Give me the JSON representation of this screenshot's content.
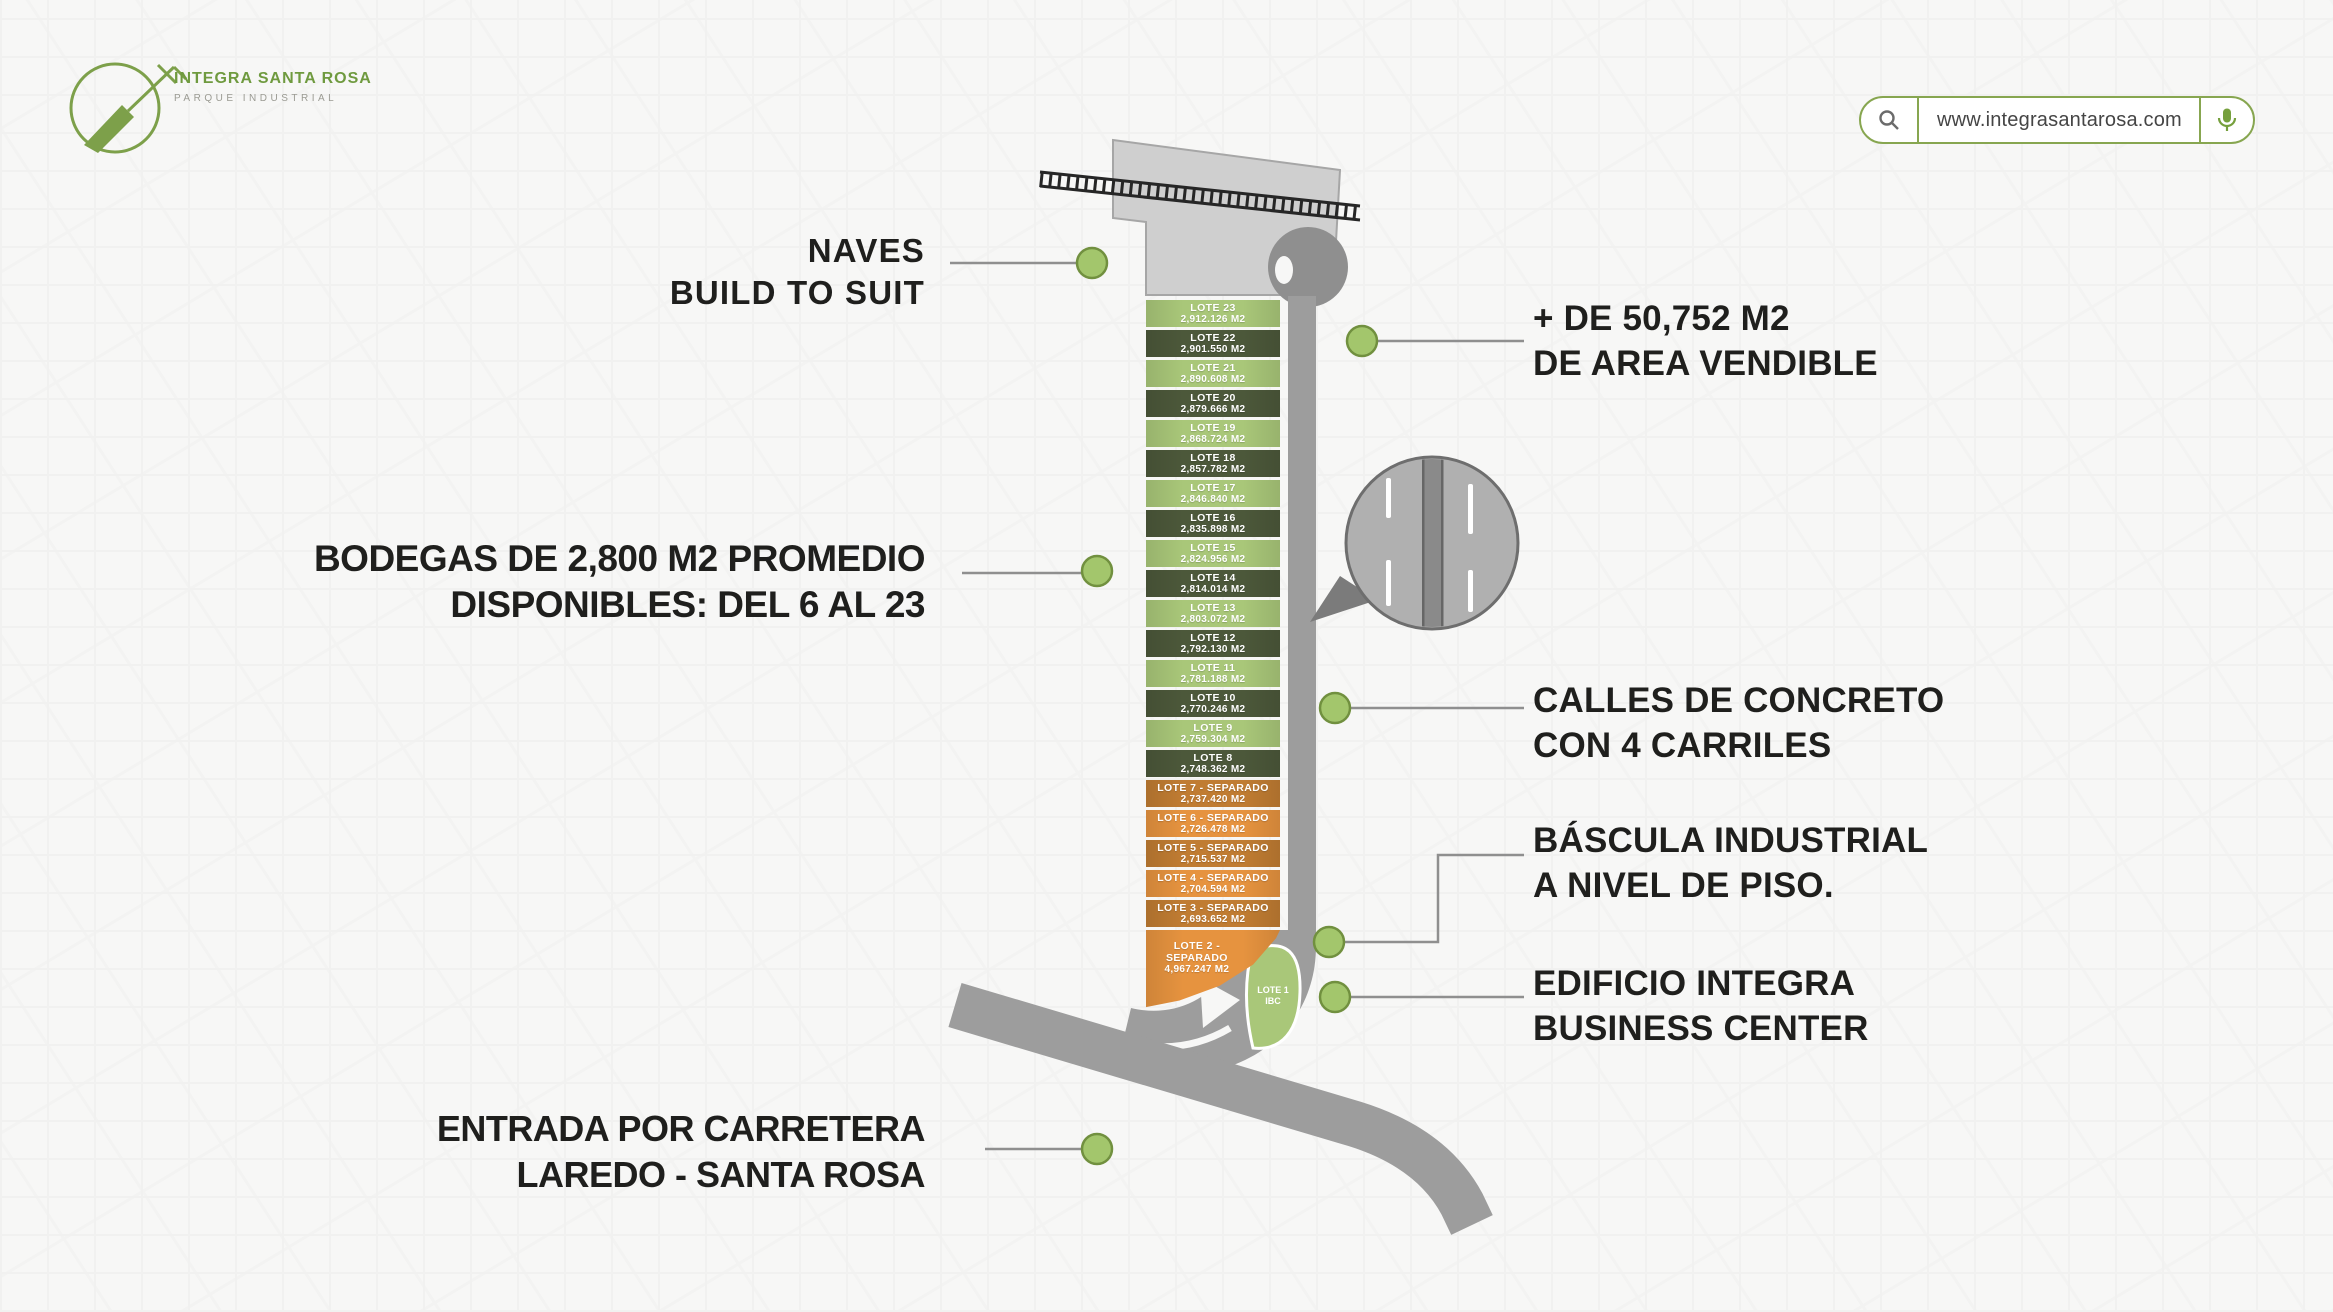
{
  "brand": {
    "name": "INTEGRA SANTA ROSA",
    "tagline": "PARQUE INDUSTRIAL"
  },
  "search_bar": {
    "url": "www.integrasantarosa.com",
    "search_icon": "magnifier",
    "mic_icon": "microphone"
  },
  "callouts": {
    "naves": {
      "lines": [
        "NAVES",
        "BUILD TO SUIT"
      ]
    },
    "area_vendible": {
      "lines": [
        "+ DE 50,752 M2",
        "DE AREA VENDIBLE"
      ]
    },
    "bodegas": {
      "lines": [
        "BODEGAS DE 2,800 M2 PROMEDIO",
        "DISPONIBLES: DEL 6 AL 23"
      ]
    },
    "calles": {
      "lines": [
        "CALLES DE CONCRETO",
        "CON 4 CARRILES"
      ]
    },
    "bascula": {
      "lines": [
        "BÁSCULA INDUSTRIAL",
        "A NIVEL DE PISO."
      ]
    },
    "edificio": {
      "lines": [
        "EDIFICIO INTEGRA",
        "BUSINESS CENTER"
      ]
    },
    "entrada": {
      "lines": [
        "ENTRADA POR CARRETERA",
        "LAREDO - SANTA ROSA"
      ]
    }
  },
  "site_plan": {
    "lot1_label": "LOTE 1",
    "lot1_sub": "IBC",
    "lots": [
      {
        "name": "LOTE 23",
        "area": "2,912.126 M2",
        "tone": "green-light"
      },
      {
        "name": "LOTE 22",
        "area": "2,901.550 M2",
        "tone": "green-dark"
      },
      {
        "name": "LOTE 21",
        "area": "2,890.608 M2",
        "tone": "green-light"
      },
      {
        "name": "LOTE 20",
        "area": "2,879.666 M2",
        "tone": "green-dark"
      },
      {
        "name": "LOTE 19",
        "area": "2,868.724 M2",
        "tone": "green-light"
      },
      {
        "name": "LOTE 18",
        "area": "2,857.782 M2",
        "tone": "green-dark"
      },
      {
        "name": "LOTE 17",
        "area": "2,846.840 M2",
        "tone": "green-light"
      },
      {
        "name": "LOTE 16",
        "area": "2,835.898 M2",
        "tone": "green-dark"
      },
      {
        "name": "LOTE 15",
        "area": "2,824.956 M2",
        "tone": "green-light"
      },
      {
        "name": "LOTE 14",
        "area": "2,814.014 M2",
        "tone": "green-dark"
      },
      {
        "name": "LOTE 13",
        "area": "2,803.072 M2",
        "tone": "green-light"
      },
      {
        "name": "LOTE 12",
        "area": "2,792.130 M2",
        "tone": "green-dark"
      },
      {
        "name": "LOTE 11",
        "area": "2,781.188 M2",
        "tone": "green-light"
      },
      {
        "name": "LOTE 10",
        "area": "2,770.246 M2",
        "tone": "green-dark"
      },
      {
        "name": "LOTE 9",
        "area": "2,759.304 M2",
        "tone": "green-light"
      },
      {
        "name": "LOTE 8",
        "area": "2,748.362 M2",
        "tone": "green-dark"
      },
      {
        "name": "LOTE 7 - SEPARADO",
        "area": "2,737.420 M2",
        "tone": "orange-dark"
      },
      {
        "name": "LOTE 6 - SEPARADO",
        "area": "2,726.478 M2",
        "tone": "orange-bright"
      },
      {
        "name": "LOTE 5 - SEPARADO",
        "area": "2,715.537 M2",
        "tone": "orange-dark"
      },
      {
        "name": "LOTE 4 - SEPARADO",
        "area": "2,704.594 M2",
        "tone": "orange-bright"
      },
      {
        "name": "LOTE 3 - SEPARADO",
        "area": "2,693.652 M2",
        "tone": "orange-dark"
      },
      {
        "name": "LOTE 2 - SEPARADO",
        "area": "4,967.247 M2",
        "tone": "orange-bright",
        "tall": true
      }
    ]
  },
  "colors": {
    "accent_green": "#76a03d",
    "lot_green_light": "#a9c779",
    "lot_green_dark": "#4c583a",
    "lot_orange_bright": "#e6933f",
    "lot_orange_dark": "#c07c32",
    "road_gray": "#9d9d9d",
    "text_dark": "#1f1f1d"
  }
}
